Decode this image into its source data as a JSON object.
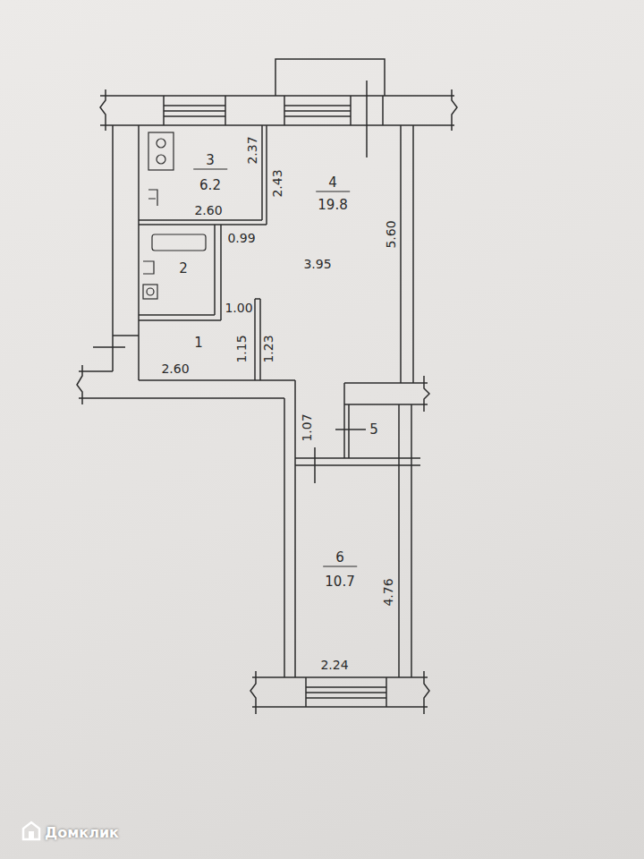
{
  "diagram": {
    "nodes": [
      {
        "text": [
          "3",
          "6.2"
        ]
      },
      {
        "text": [
          "4",
          "19.8"
        ]
      },
      {
        "text": [
          "2"
        ]
      },
      {
        "text": [
          "1"
        ]
      },
      {
        "text": [
          "5"
        ]
      },
      {
        "text": [
          "6",
          "10.7"
        ]
      }
    ],
    "labels": [
      "2.37",
      "2.43",
      "2.60",
      "0.99",
      "3.95",
      "5.60",
      "1.00",
      "1.15",
      "1.23",
      "2.60",
      "1.07",
      "4.76",
      "2.24",
      "Домклик"
    ]
  }
}
